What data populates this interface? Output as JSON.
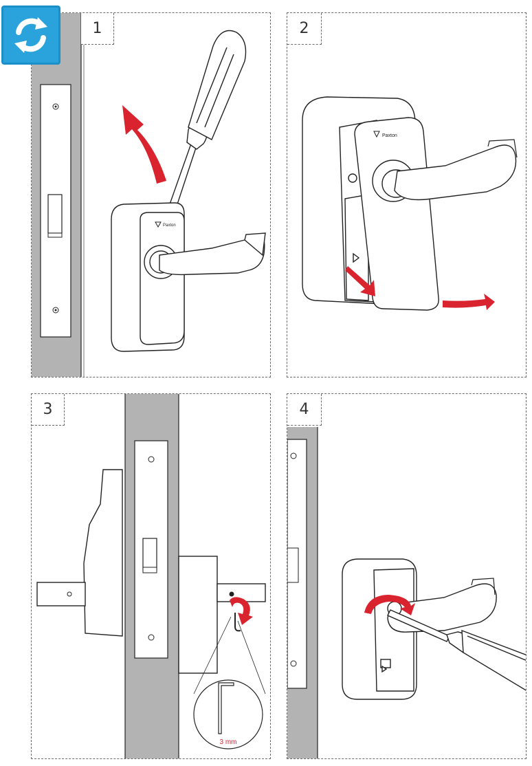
{
  "badge": {
    "icon": "refresh-icon",
    "color": "#2aa3dc"
  },
  "panels": [
    {
      "step": "1"
    },
    {
      "step": "2"
    },
    {
      "step": "3",
      "tool_label": "3 mm"
    },
    {
      "step": "4"
    }
  ],
  "brand": "Paxton",
  "colors": {
    "arrow": "#d9232e",
    "door": "#b3b3b3",
    "line": "#222222"
  }
}
